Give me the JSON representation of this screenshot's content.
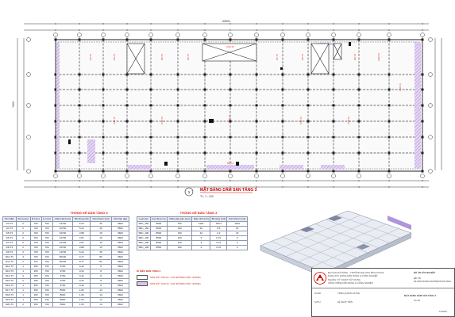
{
  "plan": {
    "title": "MẶT BẰNG DẦM SÀN TẦNG 3",
    "scale": "TL: 1 : 100",
    "section_no": "1",
    "beam_labels": [
      "D3-T3",
      "D4-T3",
      "D5-T3",
      "D6-T3",
      "D7-T3",
      "D8-T3",
      "D9-T3",
      "D10-T3",
      "D11-T3",
      "D12-T3",
      "D13-T3",
      "D14-T3",
      "D15-T3",
      "D16-T3"
    ],
    "dimensions": [
      "55500",
      "7600",
      "7600"
    ]
  },
  "beam_table": {
    "title": "THỐNG KÊ DẦM TẦNG 3",
    "headers": [
      "Tên Dầm",
      "Số Lượng",
      "B (mm)",
      "H (mm)",
      "Chiều dài (mm)",
      "Bê tông (m3)",
      "Ván khuôn (m2)",
      "Cốt thép (kg)"
    ],
    "rows": [
      [
        "D3-T3",
        "2",
        "700",
        "700",
        "12700",
        "6.22",
        "35",
        "6600"
      ],
      [
        "D4-T3",
        "2",
        "700",
        "700",
        "10700",
        "5.24",
        "30",
        "5500"
      ],
      [
        "D5-T3",
        "2",
        "700",
        "700",
        "10700",
        "3.88",
        "15",
        "6600"
      ],
      [
        "D6-T3",
        "2",
        "700",
        "700",
        "10700",
        "3.87",
        "16",
        "6600"
      ],
      [
        "D7-T3",
        "2",
        "700",
        "700",
        "10700",
        "3.87",
        "16",
        "6600"
      ],
      [
        "D8-T3",
        "2",
        "700",
        "700",
        "10700",
        "3.88",
        "15",
        "6600"
      ],
      [
        "D9-T3",
        "2",
        "700",
        "700",
        "12700",
        "6.22",
        "35",
        "6600"
      ],
      [
        "D10-T3",
        "3",
        "700",
        "700",
        "50100",
        "9.17",
        "80",
        "6600"
      ],
      [
        "D11-T3",
        "2",
        "700",
        "700",
        "50100",
        "8.77",
        "80",
        "6600"
      ],
      [
        "D12-T3",
        "1",
        "250",
        "700",
        "3700",
        "0.42",
        "8",
        "6600"
      ],
      [
        "D13-T3",
        "1",
        "250",
        "700",
        "3700",
        "0.42",
        "8",
        "6600"
      ],
      [
        "D14-T3",
        "2",
        "250",
        "700",
        "3700",
        "0.42",
        "8",
        "6600"
      ],
      [
        "D15-T3",
        "2",
        "250",
        "700",
        "3700",
        "0.42",
        "8",
        "6600"
      ],
      [
        "D16-T3",
        "1",
        "250",
        "700",
        "3700",
        "0.42",
        "8",
        "6600"
      ],
      [
        "D17-T3",
        "1",
        "250",
        "700",
        "8600",
        "1.06",
        "13",
        "6600"
      ],
      [
        "D18-T3",
        "1",
        "250",
        "700",
        "8600",
        "1.06",
        "13",
        "6600"
      ],
      [
        "D19-T3",
        "1",
        "250",
        "700",
        "8600",
        "1.06",
        "13",
        "6600"
      ],
      [
        "D20-T3",
        "2",
        "250",
        "700",
        "8600",
        "1.06",
        "13",
        "6600"
      ]
    ]
  },
  "slab_table": {
    "title": "THỐNG KÊ BẢN TẦNG 3",
    "headers": [
      "Loại sàn",
      "Cao độ (mm)",
      "Chiều dày sàn (mm)",
      "Diện tích (m2)",
      "Bê tông (m3)",
      "Ván khuôn (m2)"
    ],
    "rows": [
      [
        "SBC_150",
        "8500",
        "150",
        "1001",
        "150.2",
        "1001"
      ],
      [
        "SBC_160",
        "8500",
        "160",
        "54",
        "8.6",
        "54"
      ],
      [
        "SBC_100",
        "8500",
        "100",
        "22",
        "2.2",
        "22"
      ],
      [
        "SBC_100",
        "8500",
        "100",
        "3",
        "0.31",
        "3"
      ],
      [
        "SBC_100",
        "8500",
        "100",
        "3",
        "0.31",
        "3"
      ],
      [
        "SBC_100",
        "8500",
        "100",
        "3",
        "0.31",
        "3"
      ]
    ]
  },
  "legend": {
    "title": "KÍ HIỆU BẢN TẦNG 3",
    "items": [
      {
        "label": "SÀN DÀY 150mm, CAO ĐỘ BẢN SÀN +8.500m",
        "color": "#ffffff"
      },
      {
        "label": "SÀN DÀY 100mm, CAO ĐỘ BẢN SÀN +8.500m",
        "color": "#d9c3ee"
      }
    ]
  },
  "title_block": {
    "university_1": "ĐẠI HỌC ĐÀ NẴNG",
    "university_2": "TRƯỜNG ĐẠI HỌC BÁCH KHOA",
    "faculty": "KHOA XÂY DỰNG DÂN DỤNG & CÔNG NGHIỆP",
    "thesis": "ĐỒ ÁN TỐT NGHIỆP",
    "major": "NGÀNH: KỸ THUẬT XÂY DỰNG",
    "major_2": "CÔNG TRÌNH DÂN DỤNG & CÔNG NGHIỆP",
    "project_label": "ĐỀ TÀI:",
    "project": "ĐÀ NẴNG RIVER APARTMENTS ĐÀ NẴNG",
    "role_1": "GVHD",
    "role_2": "SVTH",
    "name_1": "TRẦN QUANG HƯNG",
    "name_2": "LÊ NHẬT TIẾN",
    "drawing_title": "MẶT BẰNG DẦM SÀN TẦNG 3",
    "drawing_no": "KC-03",
    "date": "12/2021"
  },
  "colors": {
    "beam": "#d21",
    "slab_hatch": "#b59ad9",
    "grid": "#333"
  }
}
